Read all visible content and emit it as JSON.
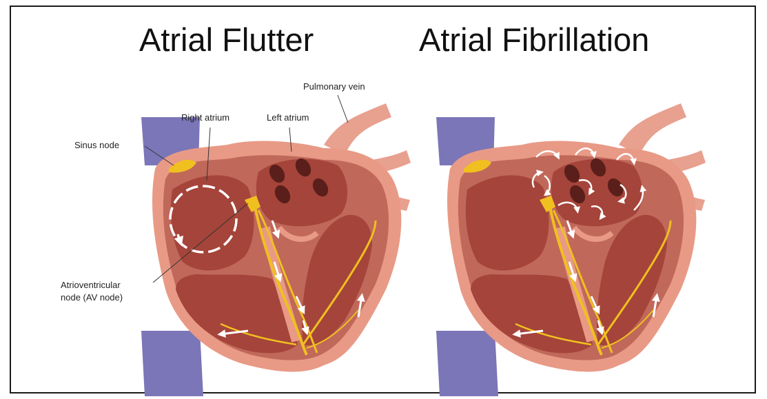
{
  "titles": {
    "left": "Atrial Flutter",
    "right": "Atrial Fibrillation"
  },
  "labels": {
    "pulmonary_vein": "Pulmonary vein",
    "right_atrium": "Right atrium",
    "left_atrium": "Left atrium",
    "sinus_node": "Sinus node",
    "av_node_line1": "Atrioventricular",
    "av_node_line2": "node (AV node)"
  },
  "colors": {
    "vein": "#7b76b8",
    "heart_outer": "#e89a86",
    "heart_inner": "#b85a4c",
    "chamber": "#a5443a",
    "conduction": "#f0c020",
    "arrows": "#ffffff"
  }
}
